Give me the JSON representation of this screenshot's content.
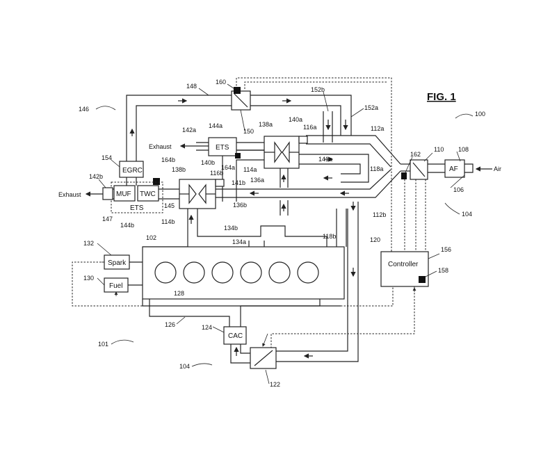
{
  "figure": {
    "title": "FIG. 1"
  },
  "blocks": {
    "ets_top": "ETS",
    "egrc": "EGRC",
    "muf": "MUF",
    "twc": "TWC",
    "ets_bottom": "ETS",
    "af": "AF",
    "spark": "Spark",
    "fuel": "Fuel",
    "controller": "Controller",
    "cac": "CAC"
  },
  "labels": {
    "exhaust_top": "Exhaust",
    "exhaust_left": "Exhaust",
    "air": "Air"
  },
  "refs": [
    "100",
    "101",
    "102",
    "104",
    "104",
    "106",
    "108",
    "110",
    "112a",
    "112b",
    "114a",
    "114b",
    "116a",
    "116b",
    "118a",
    "118b",
    "120",
    "122",
    "124",
    "126",
    "128",
    "130",
    "132",
    "134a",
    "134b",
    "136a",
    "136b",
    "138a",
    "138b",
    "140a",
    "140b",
    "141a",
    "141b",
    "142a",
    "142b",
    "144a",
    "144b",
    "145",
    "146",
    "147",
    "148",
    "150",
    "152a",
    "152b",
    "154",
    "156",
    "158",
    "160",
    "162",
    "164a",
    "164b"
  ]
}
